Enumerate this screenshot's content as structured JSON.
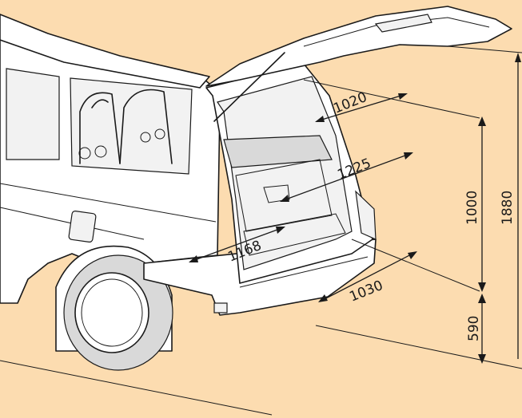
{
  "dimensions": {
    "d1020": "1020",
    "d1225": "1225",
    "d1000": "1000",
    "d1880": "1880",
    "d1168": "1168",
    "d1030": "1030",
    "d590": "590"
  }
}
